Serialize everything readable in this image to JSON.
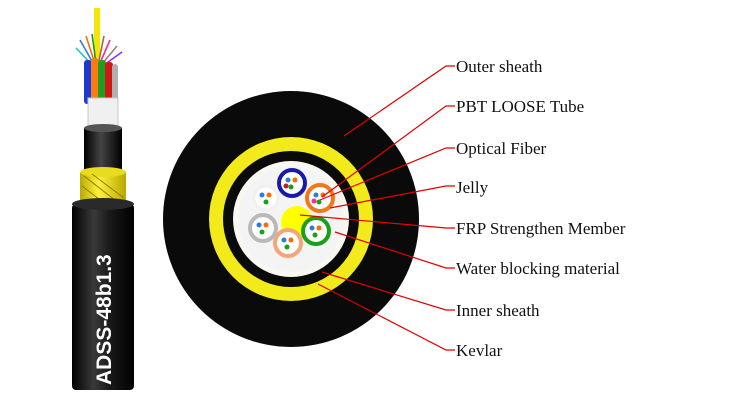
{
  "cable_marking": "ADSS-48b1.3",
  "labels": [
    {
      "text": "Outer sheath"
    },
    {
      "text": "PBT LOOSE Tube"
    },
    {
      "text": "Optical Fiber"
    },
    {
      "text": "Jelly"
    },
    {
      "text": "FRP Strengthen Member"
    },
    {
      "text": "Water blocking material"
    },
    {
      "text": "Inner sheath"
    },
    {
      "text": "Kevlar"
    }
  ],
  "colors": {
    "sheath": "#0a0a0a",
    "kevlar": "#f2ea1a",
    "jelly": "#f4f4f4",
    "frp": "#ffff00",
    "leader_line": "#e00000",
    "tube_blue": "#1a1aa8",
    "tube_orange": "#f07818",
    "tube_green": "#19a019",
    "tube_gray": "#b9b9b9",
    "tube_peach": "#f3a678",
    "tube_white": "#f4f4f4"
  }
}
